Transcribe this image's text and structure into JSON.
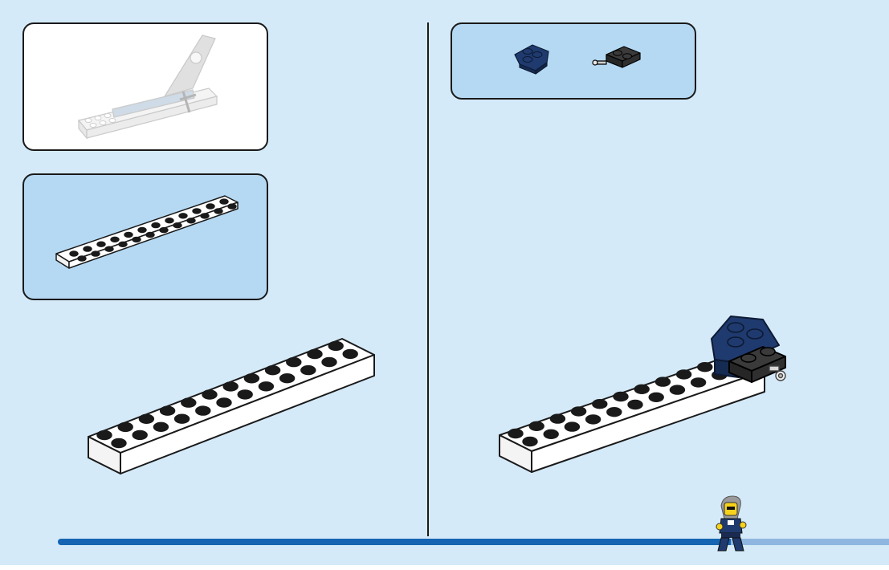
{
  "page": {
    "background_color": "#d4eaf9",
    "accent_color": "#1565b3"
  },
  "preview": {
    "icon": "finished-plane-preview"
  },
  "step_left": {
    "parts": [
      {
        "icon": "white-2x12-plate",
        "color": "#ffffff"
      }
    ],
    "build_icon": "white-2x12-plate-assembly"
  },
  "step_right": {
    "parts": [
      {
        "icon": "dark-blue-wedge-plate",
        "color": "#1f3a6e"
      },
      {
        "icon": "black-1x2-plate-with-pin",
        "color": "#2b2b2b"
      }
    ],
    "build_icon": "plate-with-wedge-and-pin-assembly"
  },
  "progress": {
    "value": 0.81
  },
  "mascot": {
    "icon": "police-minifigure-icon"
  }
}
